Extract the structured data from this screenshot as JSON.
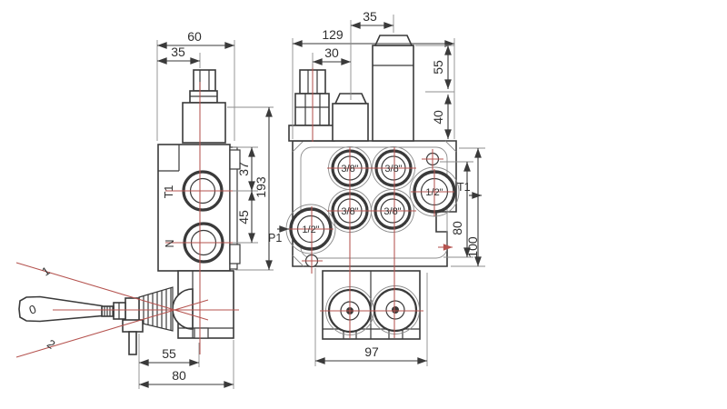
{
  "colors": {
    "background": "#ffffff",
    "line": "#3a3a3a",
    "thin_line": "#8c8c8c",
    "centerline_red": "#b5534f"
  },
  "left_view": {
    "dim_total_width": "60",
    "dim_axis_offset": "35",
    "dim_top_to_t1": "37",
    "dim_t1_to_n": "45",
    "dim_total_height": "193",
    "dim_lever_to_axis": "55",
    "dim_lever_total": "80",
    "port_t1_label": "T1",
    "port_n_label": "N",
    "lever_position_up": "1",
    "lever_position_neutral": "0",
    "lever_position_down": "2"
  },
  "right_view": {
    "dim_total_width": "129",
    "dim_relief_to_plug": "30",
    "dim_plug_to_cap": "35",
    "dim_cap_height": "55",
    "dim_cap_to_body": "40",
    "dim_ports_height": "80",
    "dim_total_height": "100",
    "dim_spool_width": "97",
    "port_top_left": "3/8\"",
    "port_top_right": "3/8\"",
    "port_mid_left": "3/8\"",
    "port_mid_right": "3/8\"",
    "port_right": "1/2\"",
    "port_bottom_left": "1/2\"",
    "label_p1": "P1",
    "label_t1": "T1"
  }
}
